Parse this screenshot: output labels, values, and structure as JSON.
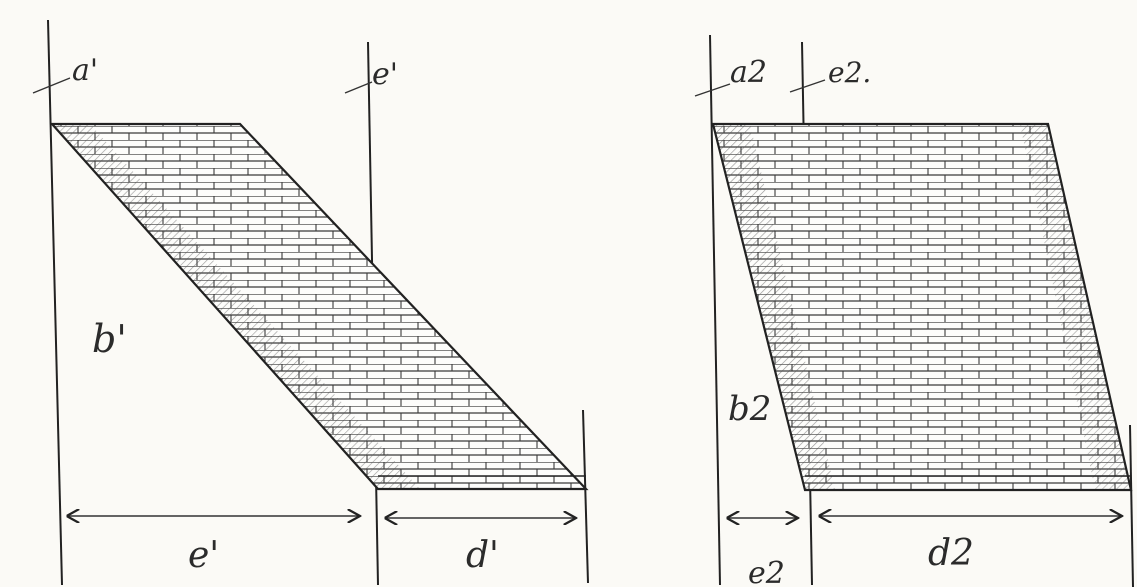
{
  "labels": {
    "a1": "a'",
    "e1_top": "e'",
    "b1": "b'",
    "e1_dim": "e'",
    "d1_dim": "d'",
    "a2": "a2",
    "e2_top": "e2.",
    "b2": "b2",
    "e2_dim": "e2",
    "d2_dim": "d2"
  },
  "colors": {
    "ink": "#222222",
    "paper": "#fbfaf6",
    "hatch": "#555555"
  }
}
